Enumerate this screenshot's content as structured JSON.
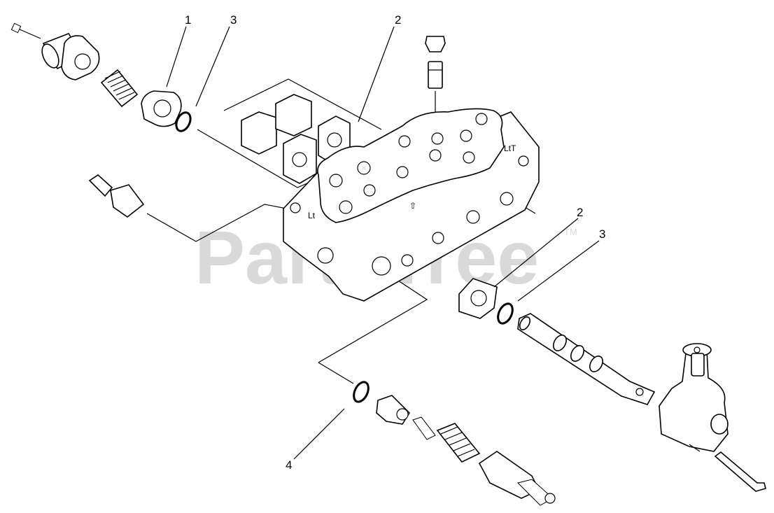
{
  "diagram": {
    "callouts": {
      "top_left_1": "1",
      "top_left_3": "3",
      "top_center_2": "2",
      "right_2": "2",
      "right_3": "3",
      "bottom_4": "4"
    },
    "watermark": {
      "text": "PartsTree",
      "trademark": "TM"
    },
    "stencils": {
      "arrow_mark": "⇧",
      "face_mark_1": "LtT",
      "face_mark_2": "Lt"
    }
  }
}
